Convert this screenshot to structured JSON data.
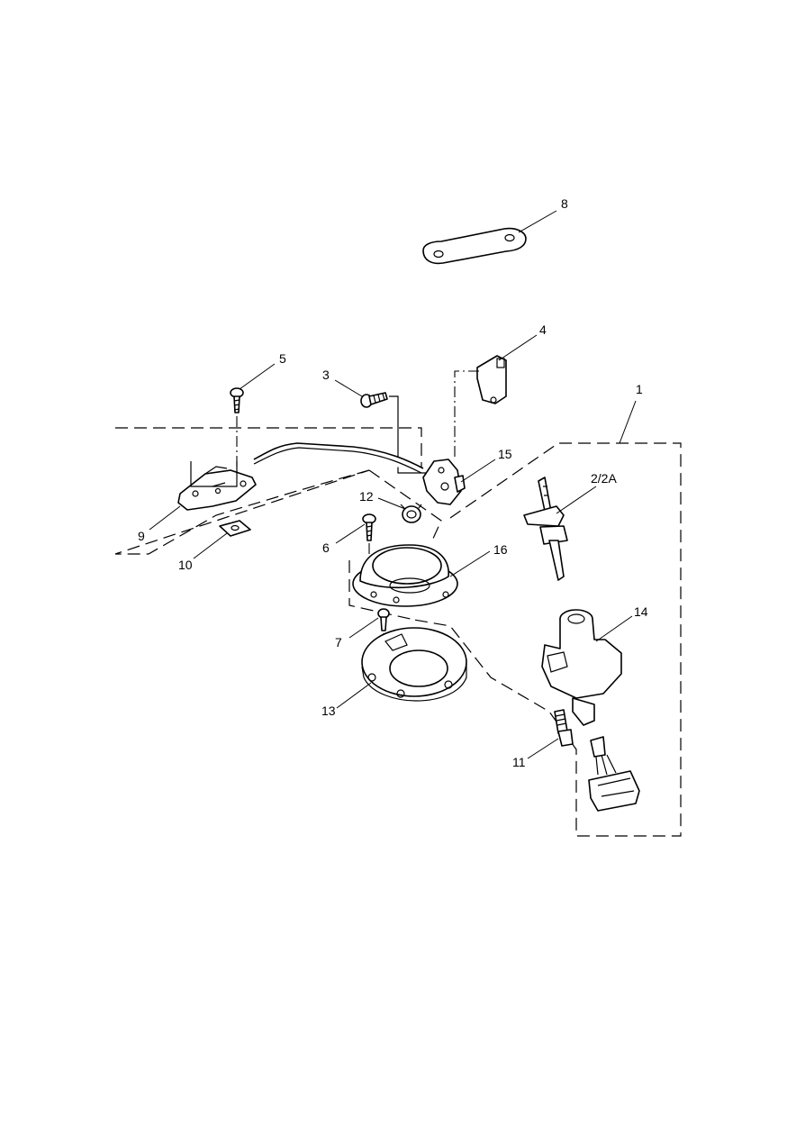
{
  "labels": {
    "p1": "1",
    "p2": "2/2A",
    "p3": "3",
    "p4": "4",
    "p5": "5",
    "p6": "6",
    "p7": "7",
    "p8": "8",
    "p9": "9",
    "p10": "10",
    "p11": "11",
    "p12": "12",
    "p13": "13",
    "p14": "14",
    "p15": "15",
    "p16": "16"
  },
  "icons": {
    "callout_style": "leader-line-with-number",
    "line_color": "#000000"
  }
}
